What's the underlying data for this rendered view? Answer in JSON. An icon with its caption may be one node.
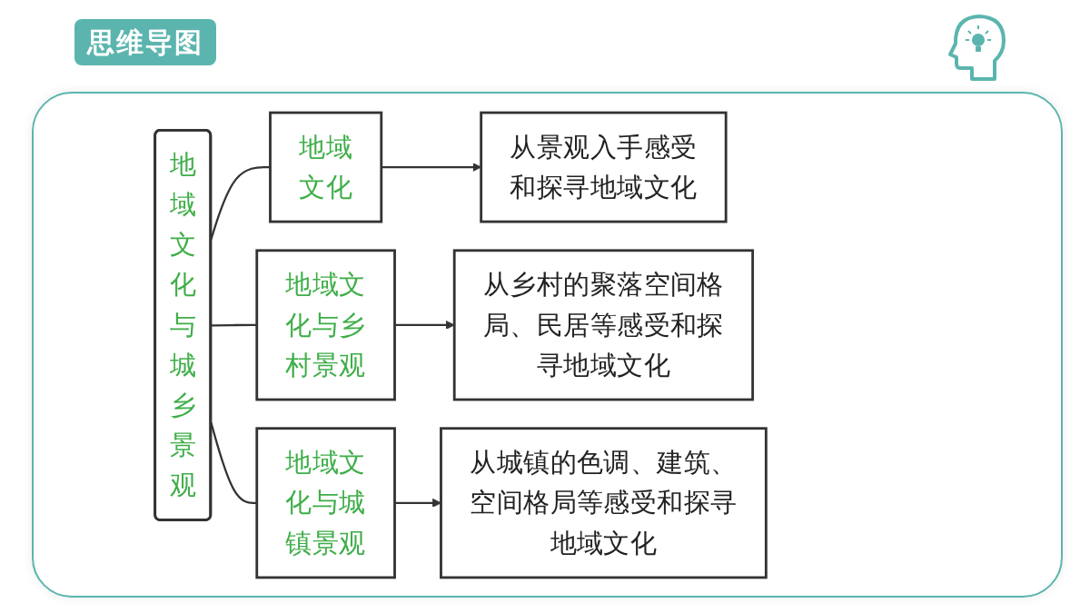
{
  "diagram": {
    "title": "思维导图",
    "nodes": [
      {
        "text": [
          "地域文化与城乡景观"
        ]
      },
      {
        "text": [
          "地域文化"
        ]
      },
      {
        "text": [
          "从景观入手感受和探寻地域文化"
        ]
      },
      {
        "text": [
          "地域文化与乡村景观"
        ]
      },
      {
        "text": [
          "从乡村的聚落空间格局、民居等感受和探寻地域文化"
        ]
      },
      {
        "text": [
          "地域文化与城镇景观"
        ]
      },
      {
        "text": [
          "从城镇的色调、建筑、空间格局等感受和探寻地域文化"
        ]
      }
    ],
    "edges": [
      {
        "from": 0,
        "to": 1,
        "arrow": "none"
      },
      {
        "from": 0,
        "to": 3,
        "arrow": "none"
      },
      {
        "from": 0,
        "to": 5,
        "arrow": "none"
      },
      {
        "from": 1,
        "to": 2,
        "arrow": "to"
      },
      {
        "from": 3,
        "to": 4,
        "arrow": "to"
      },
      {
        "from": 5,
        "to": 6,
        "arrow": "to"
      }
    ]
  }
}
